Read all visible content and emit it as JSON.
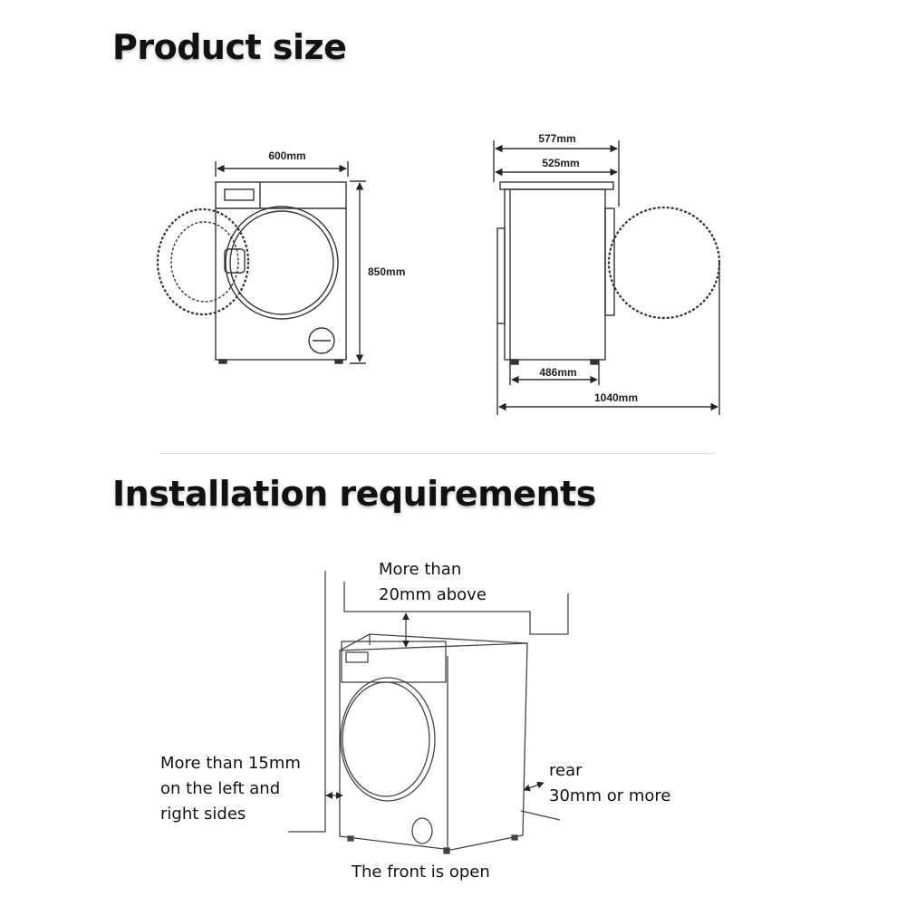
{
  "product_size": {
    "heading": "Product size",
    "front_view": {
      "width_label": "600mm",
      "height_label": "850mm"
    },
    "side_view": {
      "depth_top_label": "577mm",
      "depth_body_label": "525mm",
      "feet_label": "486mm",
      "door_open_label": "1040mm"
    }
  },
  "installation": {
    "heading": "Installation requirements",
    "above_note": {
      "line1": "More than",
      "line2": "20mm above"
    },
    "sides_note": {
      "line1": "More than 15mm",
      "line2": "on the left and",
      "line3": "right sides"
    },
    "rear_note": {
      "line1": "rear",
      "line2": "30mm or more"
    },
    "front_note": "The front is open"
  }
}
